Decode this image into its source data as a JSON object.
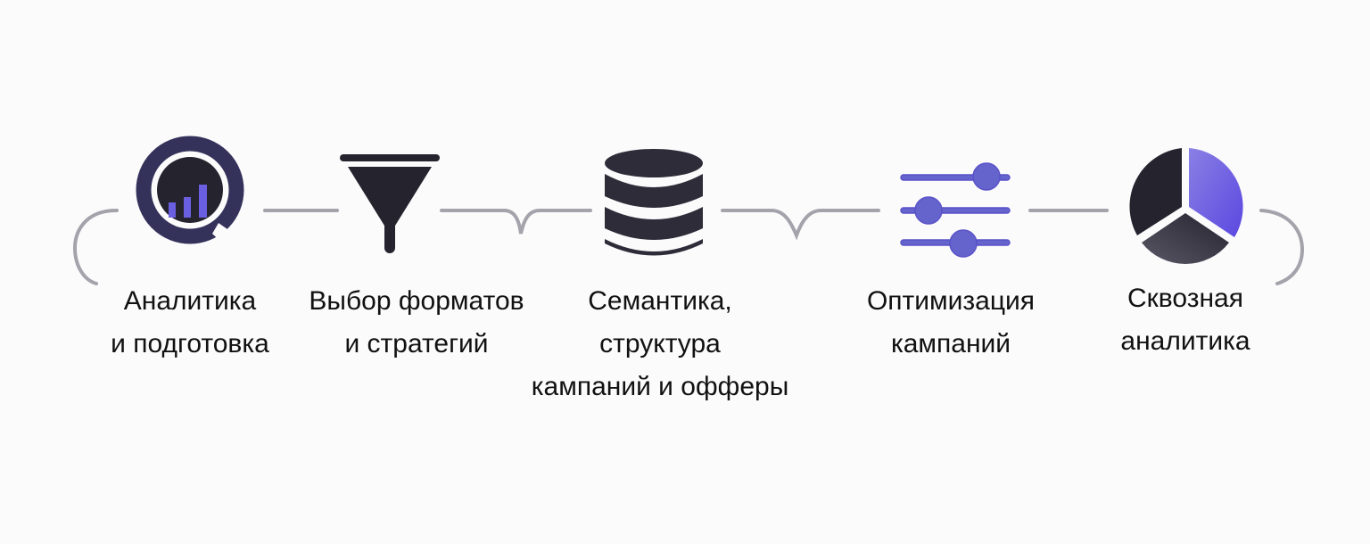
{
  "steps": [
    {
      "icon": "analytics-magnifier-icon",
      "lines": [
        "Аналитика",
        "и подготовка"
      ]
    },
    {
      "icon": "funnel-icon",
      "lines": [
        "Выбор форматов",
        "и стратегий"
      ]
    },
    {
      "icon": "database-icon",
      "lines": [
        "Семантика,",
        "структура",
        "кампаний и офферы"
      ]
    },
    {
      "icon": "sliders-icon",
      "lines": [
        "Оптимизация",
        "кампаний"
      ]
    },
    {
      "icon": "pie-chart-icon",
      "lines": [
        "Сквозная",
        "аналитика"
      ]
    }
  ],
  "colors": {
    "dark": "#25232e",
    "navy": "#34325a",
    "accent": "#6a5fe0",
    "slider": "#6464cc",
    "connector": "#a4a3ab"
  }
}
